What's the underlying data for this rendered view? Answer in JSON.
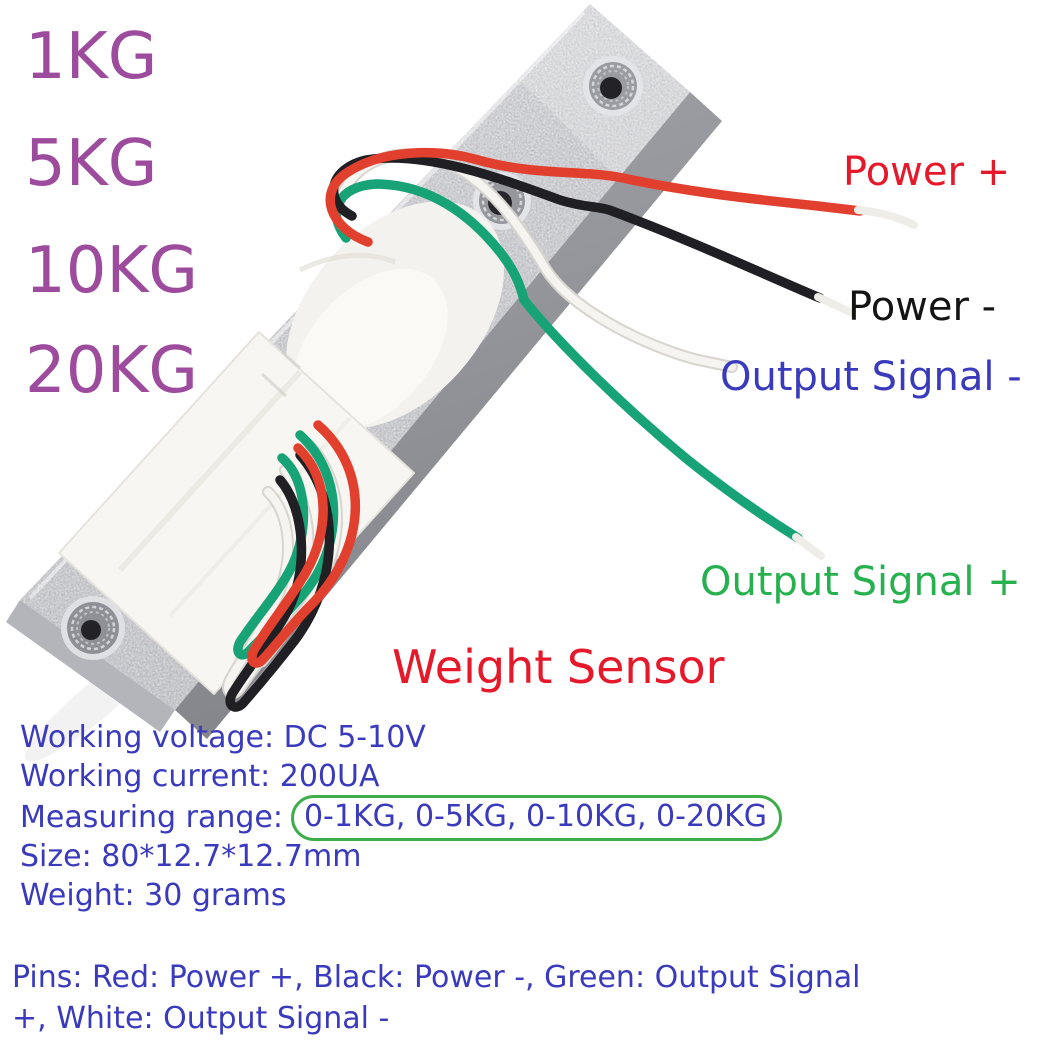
{
  "background_color": "#ffffff",
  "capacity_options": {
    "text_color": "#9d4b9d",
    "items": [
      {
        "label": "1KG"
      },
      {
        "label": "5KG"
      },
      {
        "label": "10KG"
      },
      {
        "label": "20KG"
      }
    ]
  },
  "wire_callouts": {
    "power_plus": {
      "label": "Power +",
      "text_color": "#e6192b",
      "wire_color": "#e2402e"
    },
    "power_minus": {
      "label": "Power -",
      "text_color": "#141414",
      "wire_color": "#202024"
    },
    "output_signal_minus": {
      "label": "Output Signal -",
      "text_color": "#3a3abd",
      "wire_color": "#f4f2ee"
    },
    "output_signal_plus": {
      "label": "Output Signal +",
      "text_color": "#27b14e",
      "wire_color": "#18a377"
    }
  },
  "product_title": {
    "label": "Weight Sensor",
    "color": "#e6192b"
  },
  "specifications": {
    "text_color": "#3a3abd",
    "working_voltage": "Working voltage: DC 5-10V",
    "working_current": "Working current: 200UA",
    "measuring_range_label": "Measuring range:",
    "measuring_range_value": "0-1KG, 0-5KG, 0-10KG, 0-20KG",
    "range_highlight_color": "#3fae4a",
    "size": "Size: 80*12.7*12.7mm",
    "weight": "Weight: 30 grams",
    "pins_line1": "Pins: Red: Power +, Black: Power -, Green: Output Signal",
    "pins_line2": "+, White: Output Signal -"
  }
}
